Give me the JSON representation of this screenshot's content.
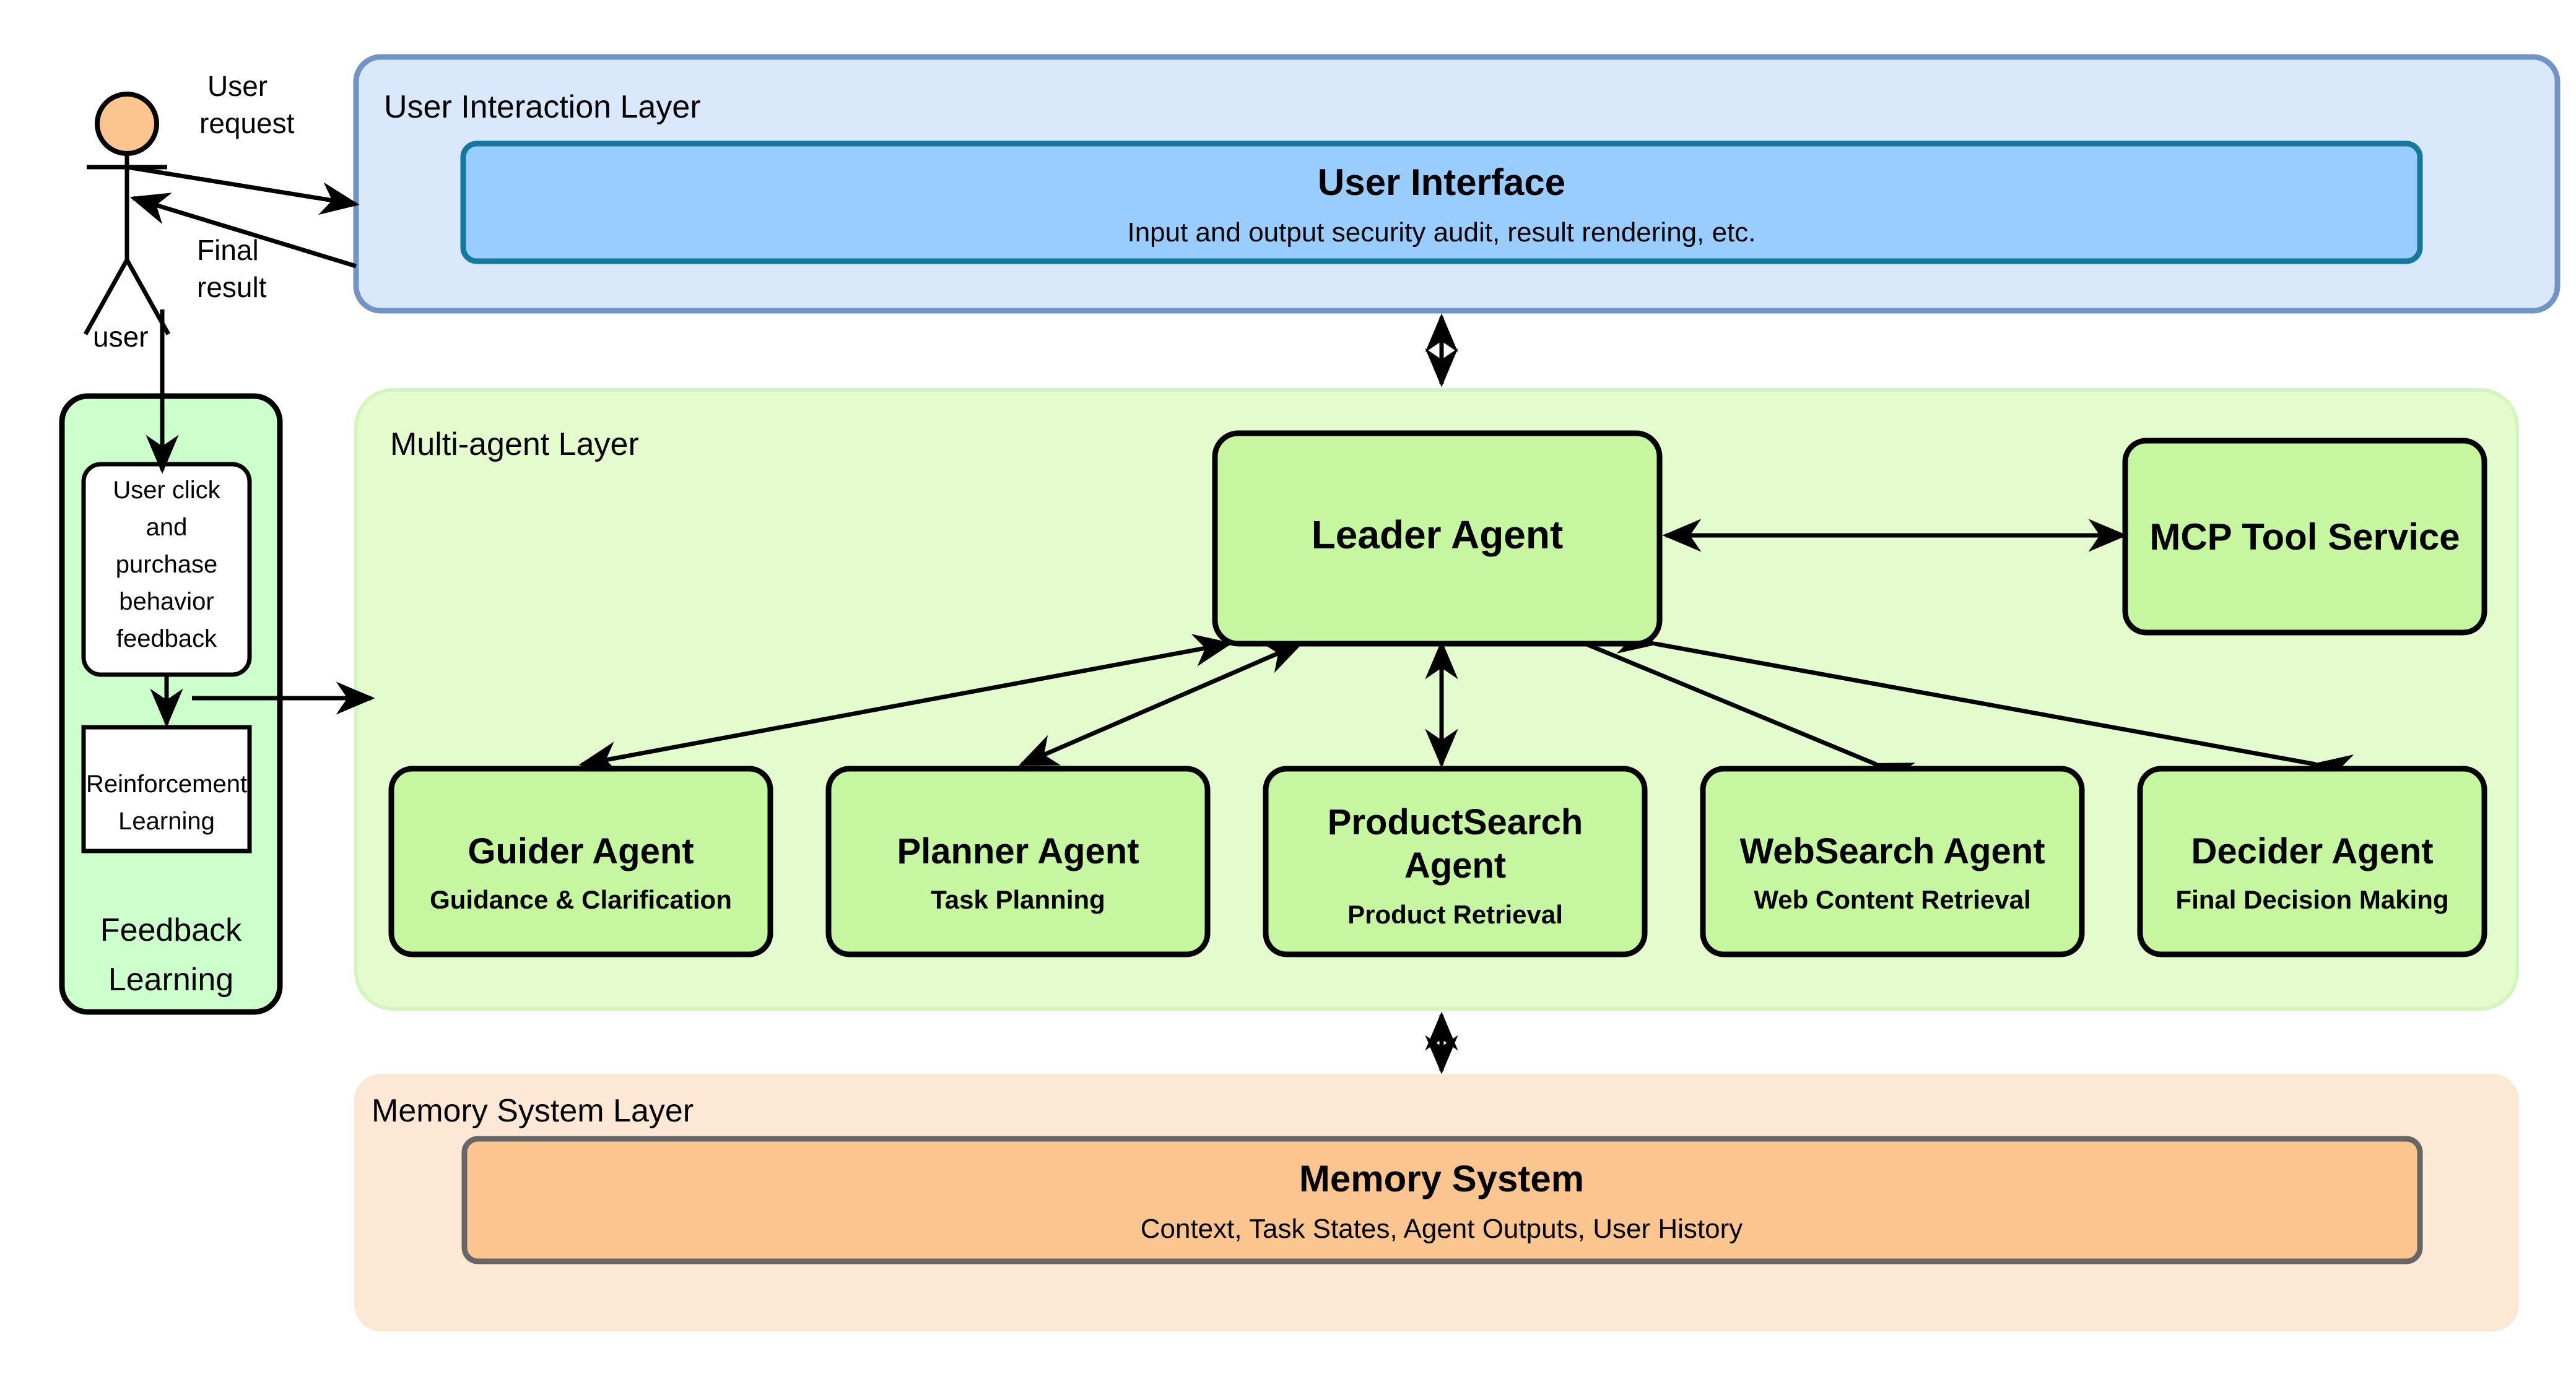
{
  "diagram": {
    "title_hidden": "",
    "actor": {
      "label": "user"
    },
    "edges": [
      {
        "id": "user-request",
        "label": "User request"
      },
      {
        "id": "final-result",
        "label": "Final result"
      }
    ],
    "layers": [
      {
        "id": "user-interaction-layer",
        "title": "User Interaction Layer",
        "fill": "#dae8fc",
        "stroke": "#7194c4",
        "boxes": [
          {
            "id": "user-interface",
            "title": "User Interface",
            "subtitle": "Input and output security audit, result rendering, etc.",
            "fill": "#99ccff",
            "stroke": "#17789e"
          }
        ]
      },
      {
        "id": "multi-agent-layer",
        "title": "Multi-agent Layer",
        "fill": "#e3fbcd",
        "stroke": "#cdf0b5",
        "boxes": [
          {
            "id": "leader-agent",
            "title": "Leader Agent",
            "subtitle": "",
            "fill": "#c6f7a0",
            "stroke": "#000000"
          },
          {
            "id": "mcp-tool-service",
            "title": "MCP Tool Service",
            "subtitle": "",
            "fill": "#c6f7a0",
            "stroke": "#000000"
          },
          {
            "id": "guider-agent",
            "title": "Guider Agent",
            "subtitle": "Guidance & Clarification",
            "fill": "#c6f7a0",
            "stroke": "#000000"
          },
          {
            "id": "planner-agent",
            "title": "Planner Agent",
            "subtitle": "Task Planning",
            "fill": "#c6f7a0",
            "stroke": "#000000"
          },
          {
            "id": "productsearch-agent",
            "title": "ProductSearch Agent",
            "subtitle": "Product Retrieval",
            "fill": "#c6f7a0",
            "stroke": "#000000"
          },
          {
            "id": "websearch-agent",
            "title": "WebSearch Agent",
            "subtitle": "Web Content Retrieval",
            "fill": "#c6f7a0",
            "stroke": "#000000"
          },
          {
            "id": "decider-agent",
            "title": "Decider Agent",
            "subtitle": "Final Decision Making",
            "fill": "#c6f7a0",
            "stroke": "#000000"
          }
        ]
      },
      {
        "id": "memory-system-layer",
        "title": "Memory System Layer",
        "fill": "#fce8d5",
        "stroke": "#fce8d5",
        "boxes": [
          {
            "id": "memory-system",
            "title": "Memory System",
            "subtitle": "Context, Task States, Agent Outputs, User History",
            "fill": "#fac58e",
            "stroke": "#666666"
          }
        ]
      }
    ],
    "feedback": {
      "id": "feedback-learning",
      "title": "Feedback Learning",
      "fill": "#ccffcc",
      "stroke": "#000000",
      "nodes": [
        {
          "id": "user-behavior-feedback",
          "text": "User click and purchase behavior feedback",
          "shape": "rounded"
        },
        {
          "id": "reinforcement-learning",
          "text": "Reinforcement Learning",
          "shape": "rect"
        }
      ]
    }
  }
}
